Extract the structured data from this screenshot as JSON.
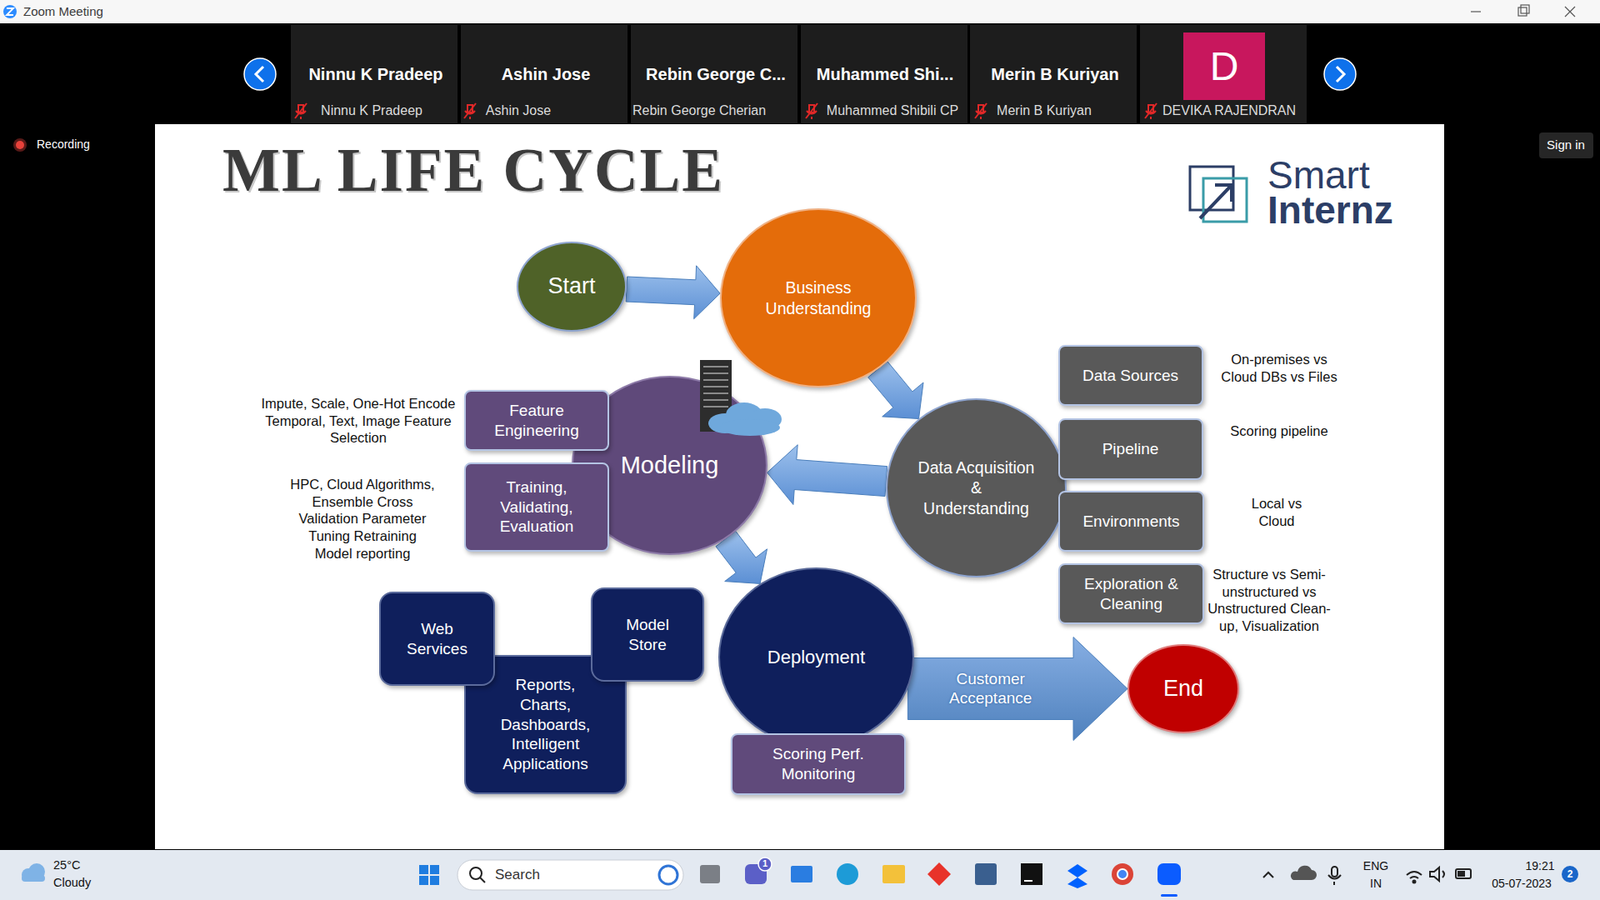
{
  "diagram": {
    "title": "ML LIFE CYCLE",
    "nodes": [
      {
        "text": [
          "Start"
        ]
      },
      {
        "text": [
          "Business Understanding"
        ]
      },
      {
        "text": [
          "Modeling"
        ]
      },
      {
        "text": [
          "Feature Engineering"
        ]
      },
      {
        "text": [
          "Training, Validating, Evaluation"
        ]
      },
      {
        "text": [
          "Data Acquisition & Understanding"
        ]
      },
      {
        "text": [
          "Data Sources"
        ]
      },
      {
        "text": [
          "Pipeline"
        ]
      },
      {
        "text": [
          "Environments"
        ]
      },
      {
        "text": [
          "Exploration & Cleaning"
        ]
      },
      {
        "text": [
          "Deployment"
        ]
      },
      {
        "text": [
          "Web Services"
        ]
      },
      {
        "text": [
          "Model Store"
        ]
      },
      {
        "text": [
          "Reports, Charts, Dashboards, Intelligent Applications"
        ]
      },
      {
        "text": [
          "Scoring Perf. Monitoring"
        ]
      },
      {
        "text": [
          "End"
        ]
      }
    ],
    "edges": [
      {
        "from": 0,
        "to": 1,
        "arrow": "to"
      },
      {
        "from": 1,
        "to": 5,
        "arrow": "to"
      },
      {
        "from": 5,
        "to": 2,
        "arrow": "to"
      },
      {
        "from": 2,
        "to": 10,
        "arrow": "to"
      },
      {
        "from": 10,
        "to": 15,
        "label": "Customer Acceptance",
        "arrow": "to"
      }
    ],
    "labels": [
      "Zoom Meeting",
      "Ninnu K Pradeep",
      "Ashin Jose",
      "Rebin George C...",
      "Muhammed Shi...",
      "Merin B Kuriyan",
      "D",
      "Ninnu K Pradeep",
      "Ashin Jose",
      "Rebin George Cherian",
      "Muhammed Shibili CP",
      "Merin B Kuriyan",
      "DEVIKA RAJENDRAN",
      "Recording",
      "Sign in",
      "Smart",
      "Internz",
      "Impute, Scale, One-Hot Encode Temporal, Text, Image Feature Selection",
      "HPC, Cloud Algorithms, Ensemble Cross Validation Parameter Tuning Retraining Model reporting",
      "On-premises vs Cloud DBs vs Files",
      "Scoring pipeline",
      "Local vs Cloud",
      "Structure vs Semi-unstructured vs Unstructured Clean-up, Visualization",
      "25°C",
      "Cloudy",
      "Search",
      "1",
      "ENG",
      "IN",
      "19:21",
      "05-07-2023",
      "2"
    ]
  }
}
